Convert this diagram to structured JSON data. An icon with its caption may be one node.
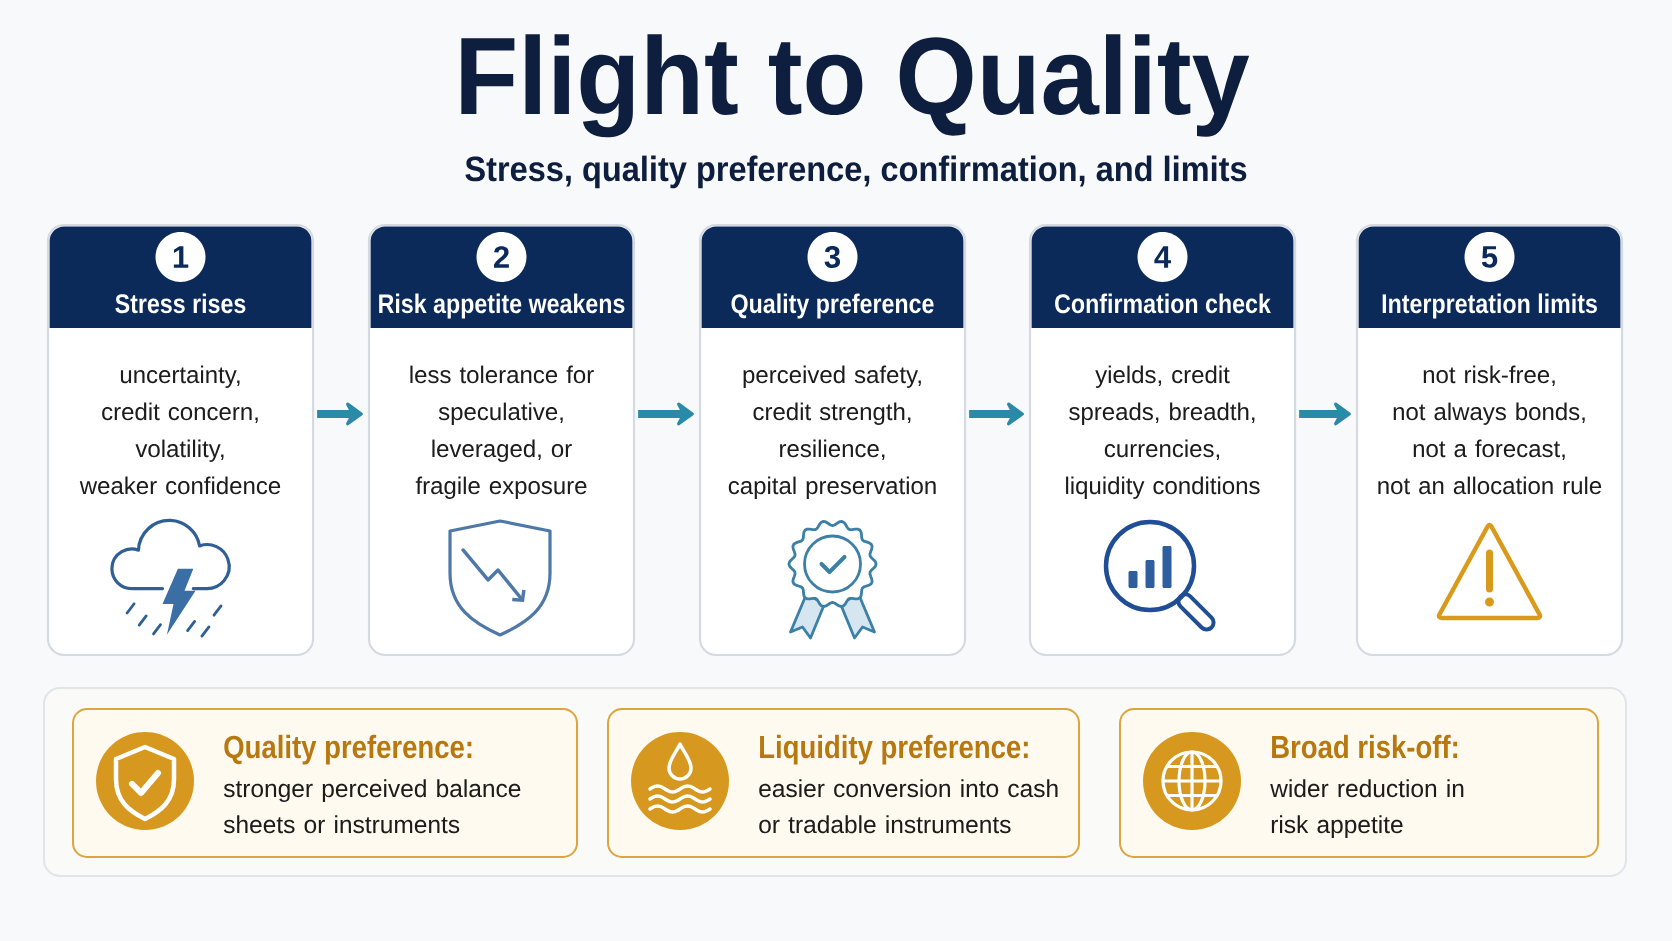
{
  "diagram": {
    "title": "Flight to Quality",
    "nodes": [
      {
        "text": [
          "Stress rises",
          "uncertainty, credit concern, volatility, weaker confidence"
        ]
      },
      {
        "text": [
          "1"
        ],
        "in": 0
      },
      {
        "text": [
          "Risk appetite weakens",
          "less tolerance for speculative, leveraged, or fragile exposure"
        ]
      },
      {
        "text": [
          "2"
        ],
        "in": 2
      },
      {
        "text": [
          "Quality preference",
          "perceived safety, credit strength, resilience, capital preservation"
        ]
      },
      {
        "text": [
          "3"
        ],
        "in": 4
      },
      {
        "text": [
          "Confirmation check",
          "yields, credit spreads, breadth, currencies, liquidity conditions"
        ]
      },
      {
        "text": [
          "4"
        ],
        "in": 6
      },
      {
        "text": [
          "Interpretation limits",
          "not risk-free, not always bonds, not a forecast, not an allocation rule"
        ]
      },
      {
        "text": [
          "5"
        ],
        "in": 8
      },
      {
        "text": [],
        "shape": "box"
      },
      {
        "text": [
          "Quality preference:",
          "stronger perceived balance sheets or instruments"
        ],
        "in": 10
      },
      {
        "text": [
          "Liquidity preference:",
          "easier conversion into cash or tradable instruments"
        ],
        "in": 10
      },
      {
        "text": [
          "Broad risk-off:",
          "wider reduction in risk appetite"
        ],
        "in": 10
      }
    ],
    "edges": [
      {
        "from": 0,
        "to": 2,
        "arrow": "to"
      },
      {
        "from": 2,
        "to": 4,
        "arrow": "to"
      },
      {
        "from": 4,
        "to": 6,
        "arrow": "to"
      },
      {
        "from": 6,
        "to": 8,
        "arrow": "to"
      }
    ],
    "labels": [
      "Stress, quality preference, confirmation, and limits"
    ]
  }
}
